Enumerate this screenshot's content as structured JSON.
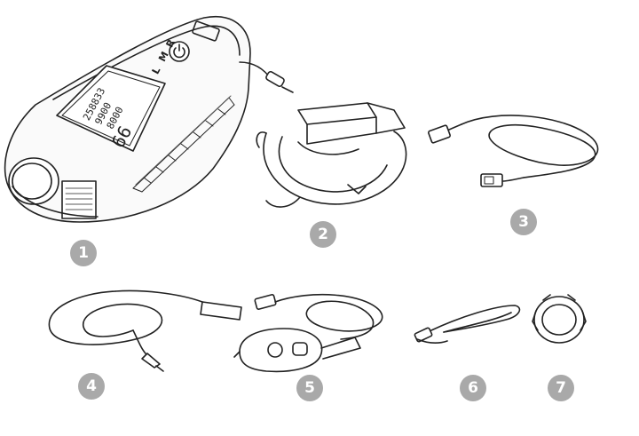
{
  "parts": [
    {
      "number": "1",
      "icon": "bike-computer-light-icon"
    },
    {
      "number": "2",
      "icon": "handlebar-mount-icon"
    },
    {
      "number": "3",
      "icon": "usb-charging-cable-icon"
    },
    {
      "number": "4",
      "icon": "sensor-cable-icon"
    },
    {
      "number": "5",
      "icon": "remote-control-icon"
    },
    {
      "number": "6",
      "icon": "extension-cable-icon"
    },
    {
      "number": "7",
      "icon": "cable-grommet-icon"
    }
  ],
  "device": {
    "buttons": [
      "L",
      "M",
      "R"
    ],
    "lcd_lines": [
      "258833",
      "9900",
      "8000",
      "66"
    ]
  },
  "colors": {
    "badge": "#a9a9a9",
    "line": "#222222"
  }
}
